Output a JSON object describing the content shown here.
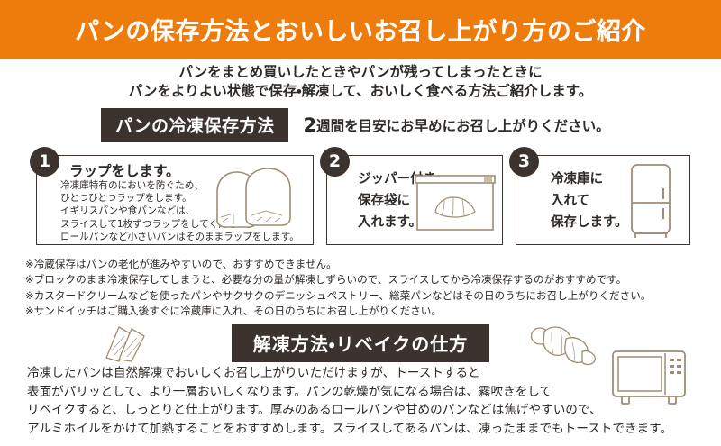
{
  "header": {
    "title": "パンの保存方法とおいしいお召し上がり方のご紹介",
    "bg_color": "#ee7c0c",
    "text_color": "#ffffff"
  },
  "intro": {
    "line1": "パンをまとめ買いしたときやパンが残ってしまったときに",
    "line2": "パンをよりよい状態で保存・解凍して、おいしく食べる方法ご紹介します。"
  },
  "freeze_section": {
    "banner_label": "パンの冷凍保存方法",
    "banner_bg": "#3c332e",
    "note_number": "2",
    "note_rest": "週間を目安にお早めにお召し上がりください。",
    "steps": [
      {
        "number": "1",
        "title": "ラップをします。",
        "lines": [
          "冷凍庫特有のにおいを防ぐため、",
          "ひとつひとつラップをします。",
          "イギリスパンや食パンなどは、",
          "スライスして1枚ずつラップをしてください。",
          "ロールパンなど小さいパンはそのままラップをします。"
        ],
        "icon": "wrapped-bread-icon"
      },
      {
        "number": "2",
        "title": "",
        "lines": [
          "ジッパー付き",
          "保存袋に",
          "入れます。"
        ],
        "icon": "zipper-bag-croissant-icon"
      },
      {
        "number": "3",
        "title": "",
        "lines": [
          "冷凍庫に",
          "入れて",
          "保存します。"
        ],
        "icon": "refrigerator-icon"
      }
    ]
  },
  "notes": [
    "※冷蔵保存はパンの老化が進みやすいので、おすすめできません。",
    "※ブロックのまま冷凍保存してしまうと、必要な分の量が解凍しずらいので、スライスしてから冷凍保存するのがおすすめです。",
    "※カスタードクリームなどを使ったパンやサクサクのデニッシュペストリー、総菜パンなどはその日のうちにお召し上がりください。",
    "※サンドイッチはご購入後すぐに冷蔵庫に入れ、その日のうちにお召し上がりください。"
  ],
  "thaw_section": {
    "banner_label": "解凍方法・リベイクの仕方",
    "banner_bg": "#3c332e",
    "lines": [
      "冷凍したパンは自然解凍でおいしくお召し上がりいただけますが、トーストすると",
      "表面がパリッとして、より一層おいしくなります。パンの乾燥が気になる場合は、霧吹きをして",
      "リベイクすると、しっとりと仕上がります。厚みのあるロールパンや甘めのパンなどは焦げやすいので、",
      "アルミホイルをかけて加熱することをおすすめします。スライスしてあるパンは、凍ったままでもトーストできます。"
    ],
    "icons": [
      "sandwich-icon",
      "croissant-icon",
      "toaster-oven-icon"
    ]
  },
  "palette": {
    "orange": "#ee7c0c",
    "dark_brown": "#3c332e",
    "illustration_outline": "#a08c72",
    "background": "#ffffff"
  }
}
